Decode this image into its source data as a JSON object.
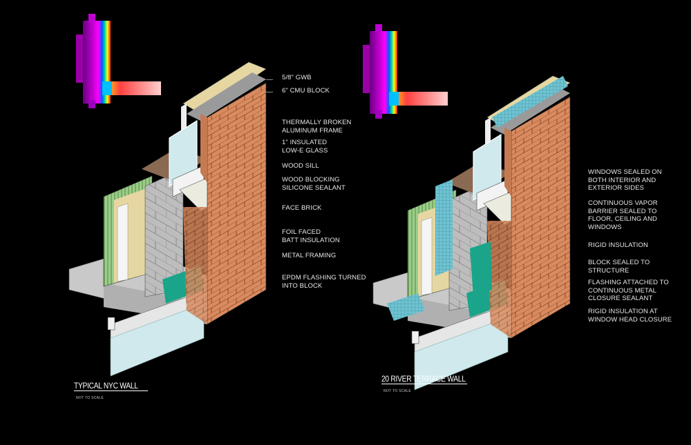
{
  "left_drawing": {
    "title": "TYPICAL NYC WALL",
    "scale_note": "NOT TO SCALE",
    "labels": [
      "5/8\" GWB",
      "6\" CMU BLOCK",
      "THERMALLY BROKEN\nALUMINUM FRAME",
      "1\" INSULATED\nLOW-E GLASS",
      "WOOD SILL",
      "WOOD BLOCKING\nSILICONE SEALANT",
      "FACE BRICK",
      "FOIL FACED\nBATT INSULATION",
      "METAL FRAMING",
      "EPDM FLASHING TURNED\nINTO BLOCK"
    ]
  },
  "right_drawing": {
    "title": "20 RIVER TERRACE WALL",
    "scale_note": "NOT TO SCALE",
    "labels": [
      "WINDOWS SEALED ON\nBOTH INTERIOR AND\nEXTERIOR SIDES",
      "CONTINUOUS VAPOR\nBARRIER SEALED TO\nFLOOR, CEILING AND\nWINDOWS",
      "RIGID INSULATION",
      "BLOCK SEALED TO\nSTRUCTURE",
      "FLASHING ATTACHED TO\nCONTINUOUS METAL\nCLOSURE SEALANT",
      "RIGID INSULATION AT\nWINDOW HEAD CLOSURE"
    ]
  },
  "colors": {
    "background": "#000000",
    "brick": "#d98a5e",
    "cmu": "#b9b9b9",
    "glass": "#cfe9ec",
    "wood": "#8a6a52",
    "insulation_rigid": "#5fb8c8",
    "flashing": "#1aa58a",
    "batt": "#e6d7a2"
  }
}
